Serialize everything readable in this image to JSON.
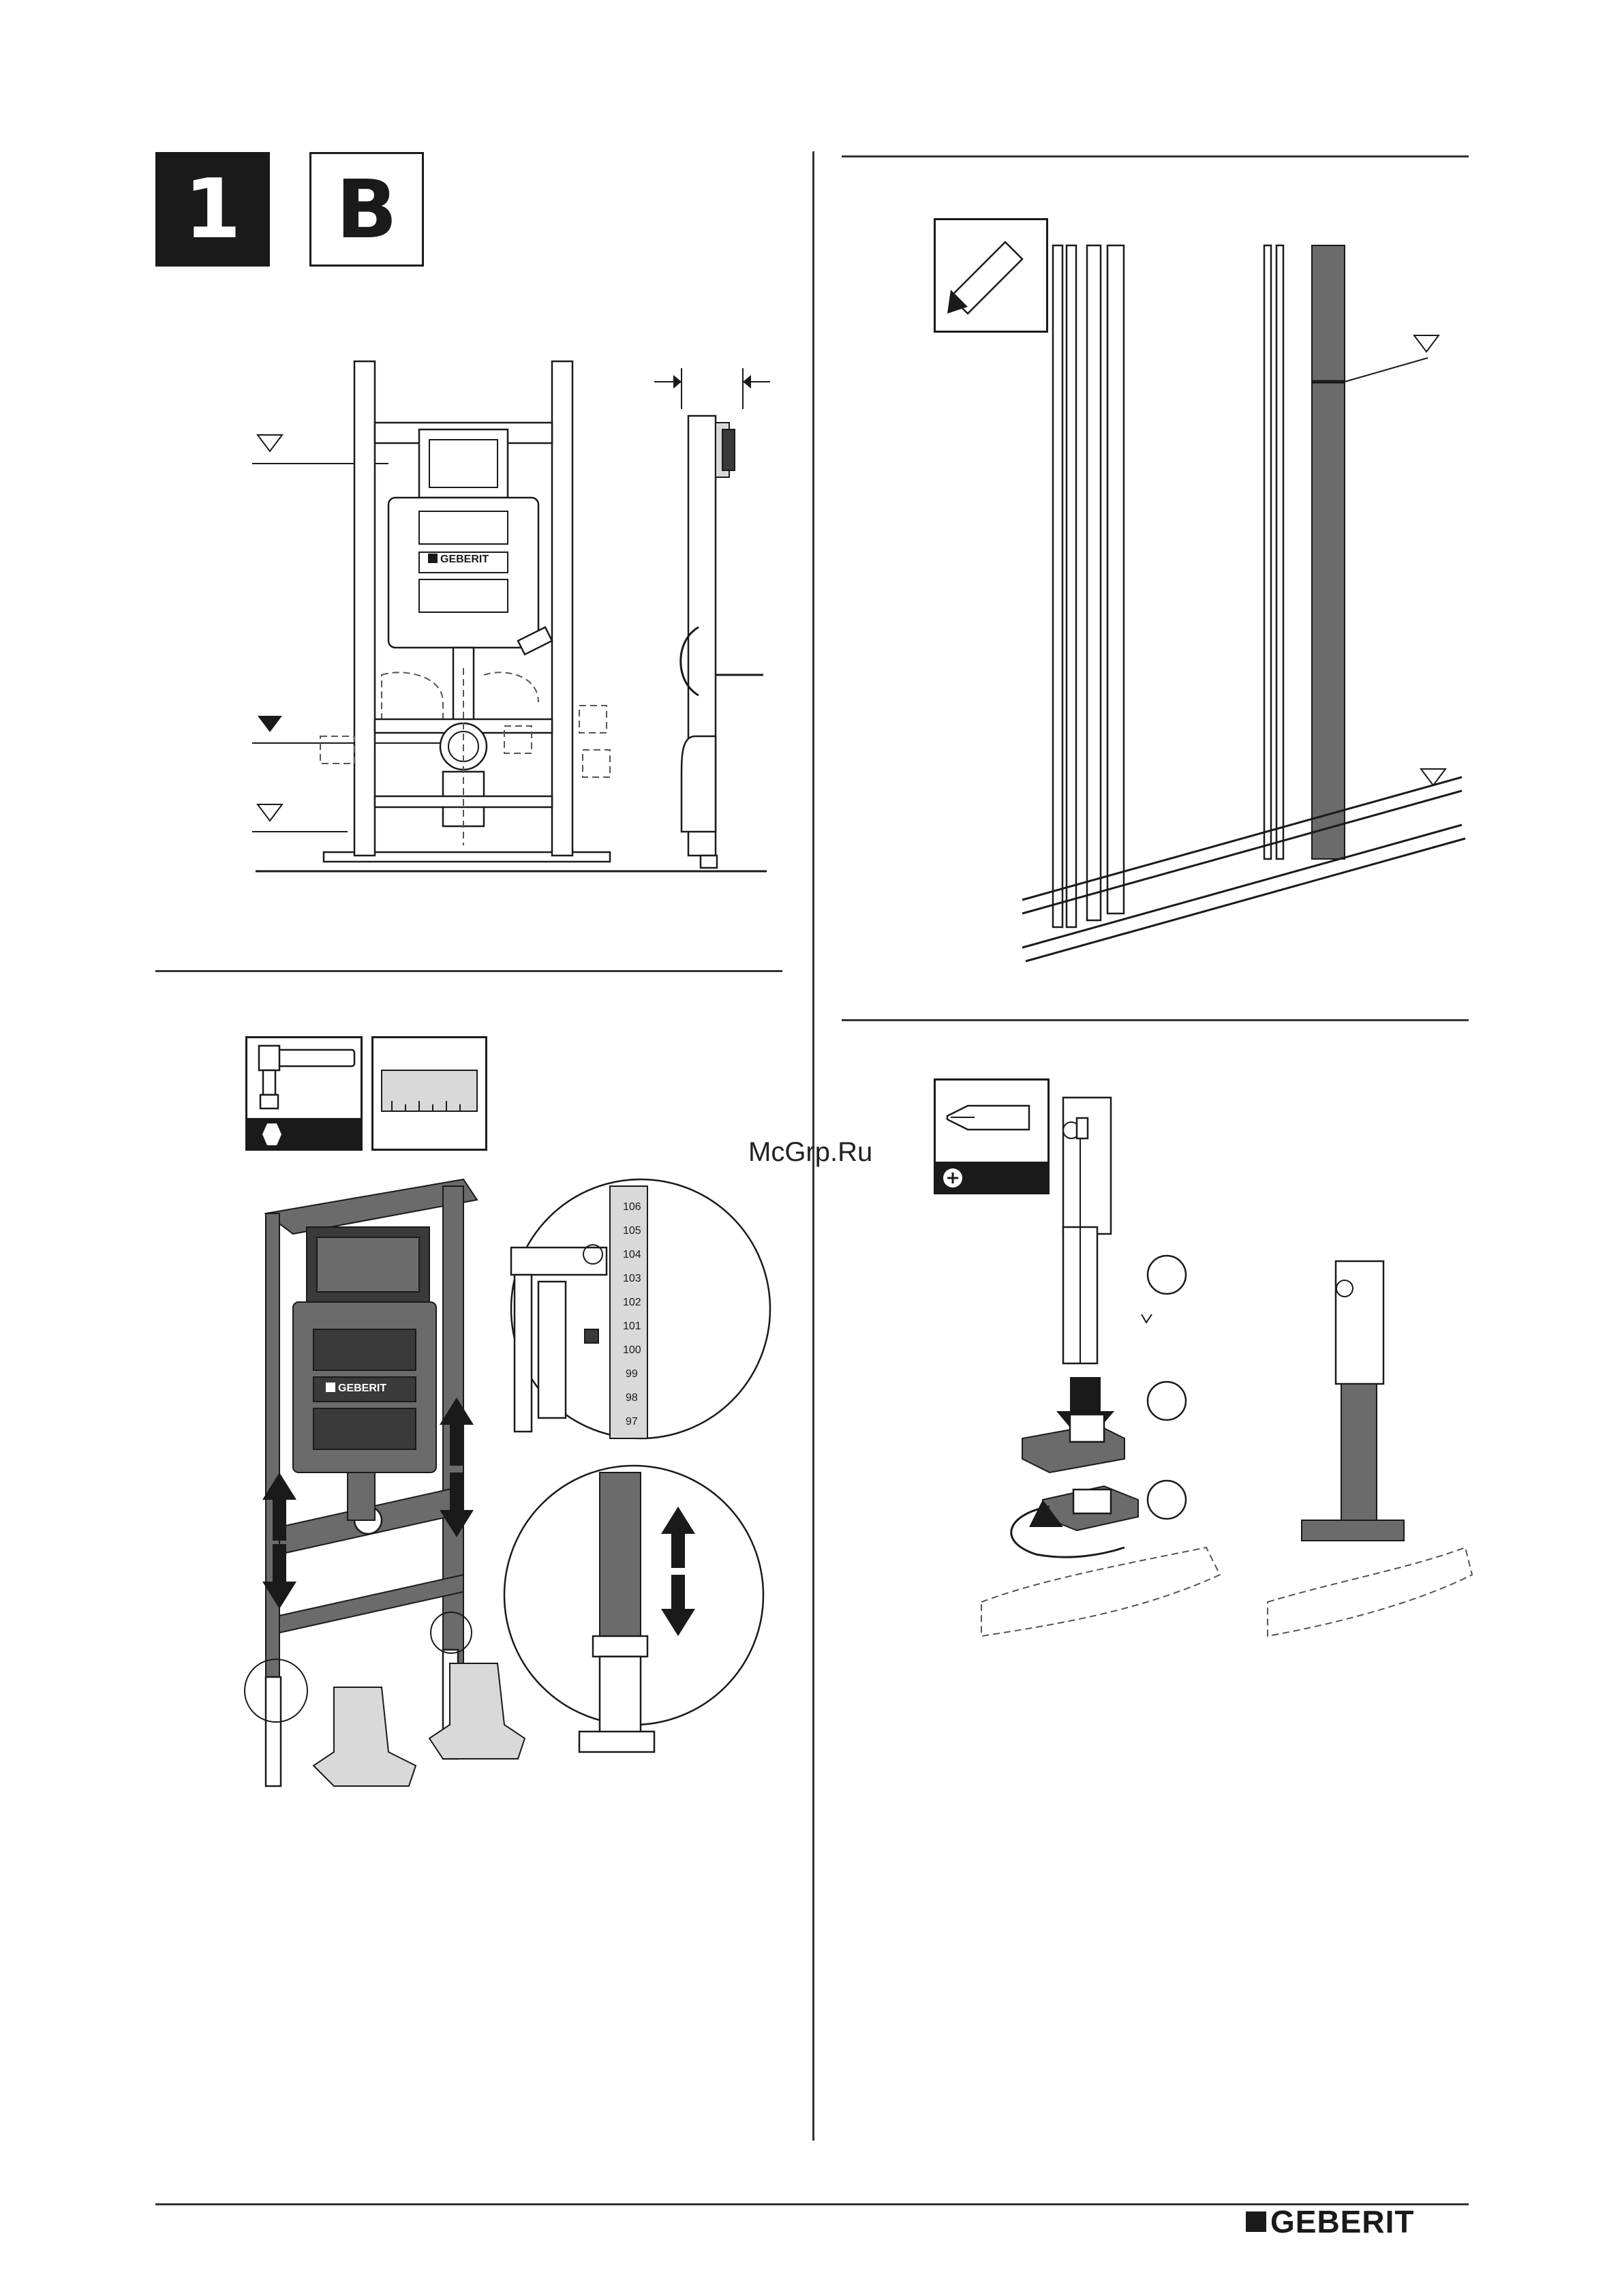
{
  "step": {
    "number": "1",
    "variant": "B"
  },
  "figures": {
    "front_logo": "GEBERIT",
    "frame_logo": "GEBERIT",
    "mark_logo": "GEBERIT",
    "ruler_ticks": [
      "97",
      "98",
      "99",
      "100",
      "101",
      "102",
      "103",
      "104",
      "105",
      "106"
    ],
    "ruler_main": "100"
  },
  "tools": {
    "wrench": "socket-wrench-icon",
    "ruler": "ruler-icon",
    "pencil": "pencil-icon",
    "screwdriver": "screwdriver-icon"
  },
  "watermark": "McGrp.Ru",
  "footer": {
    "brand": "GEBERIT"
  }
}
